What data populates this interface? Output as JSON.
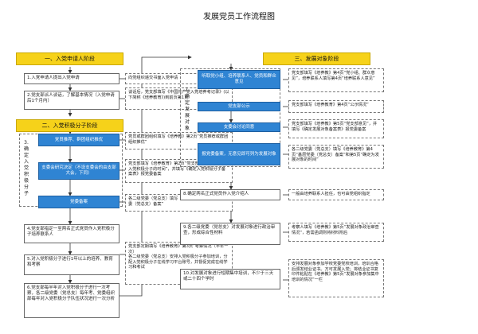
{
  "title": "发展党员工作流程图",
  "stages": {
    "s1": "一、入党申请人阶段",
    "s2": "二、入党积极分子阶段",
    "s3": "三、发展对象阶段"
  },
  "side_labels": {
    "s2": "3.确定入党积极分子",
    "s3": "7.确定发展对象"
  },
  "steps": {
    "step1": "1.入党申请人提出入党申请",
    "step2": "2.党支部派人谈话，了解基本情况（入党申请后1个月内）",
    "step3a": "党员推荐、群团组织推优",
    "step3b": "支委会研究决定（不设支委会的由支部大会，下同）",
    "step3c": "党委备案",
    "step4": "4.党支部指定一至两名正式党员作入党积极分子培养联系人",
    "step5": "5.对入党积极分子进行1年以上的培养、教育和考察",
    "step6": "6.党支部每半年对入党积极分子进行一次考察，各二级党委（党总支）每年考、党委组织部每年对入党积极分子队伍状况进行一次分析",
    "step7a": "听取党小组、培养联系人、党员和群众意见",
    "step7b": "党支部公示",
    "step7c": "支委会讨论同意",
    "step7d": "报党委备案，无意见即可列为发展对象",
    "step8": "8.确定两名正式党员作入党介绍人",
    "step9": "9.各二级党委（党总支）对发展对象进行政治审查，形成综合性材料",
    "step10": "10.对发展对象进行短期集中培训，不少于三天或二十四个学时"
  },
  "notes": {
    "n1": "向党组织递交书面入党申请",
    "n2": "谈话后，党支部填写《中国共产党入党培养考记录》(以下简称《培养教育》)到前页第1页",
    "n3a": "党员或群团组织填写《培养教》第2页“党员推荐或群团组织推优”",
    "n3b": "党支部填写《培养教育》第2页“党支部意见”和“确定为入党积极分子的时间”，并填写《确定入党积极分子备案表》报党委备案",
    "n3c": "各二级党委（党总支）填写《培养教育》第2页“基层党委（党总支）备案”",
    "n5": "党支部定期填写《培养教育》第3页“考察情况”（半年一次）",
    "n6": "各二级党委（党总支）安排入党积极分子参加培训，分配入党积极分子在线学习平台账号，并督促完成在线学习和考试",
    "n7a": "党支部填写《培养教》第4页“党小组、群众意见”，培养联系人填写第4页“培养联系人意见”",
    "n7b": "党支部填写《培养教育》第4页“公示情况”",
    "n7c": "党支部填写《培养教》第5页“党支部意见”，并填写《确定发展对象备案表》报党委备案",
    "n7d": "各二级党委（党总支）填写《培养教育》第4页“基层党委（党总支）备案”和第5页“确定为发展对象的时间”",
    "n8": "一般由培养联系人担任，也可由党组织指定",
    "n9": "考察人填写《培养教》第5页“发展对象政治审查情况”，若需函调则将材料附后",
    "n10": "安排发展对象参加学校党委党校培训，培训合格后颁发结业证书。方可发展入党；将结业证书复印件粘贴在《培养教》第5页“发展对象参加集中培训的情况”一栏"
  },
  "colors": {
    "stage": "#f6d21a",
    "step_blue": "#2f84d3",
    "arrow": "#333333"
  }
}
